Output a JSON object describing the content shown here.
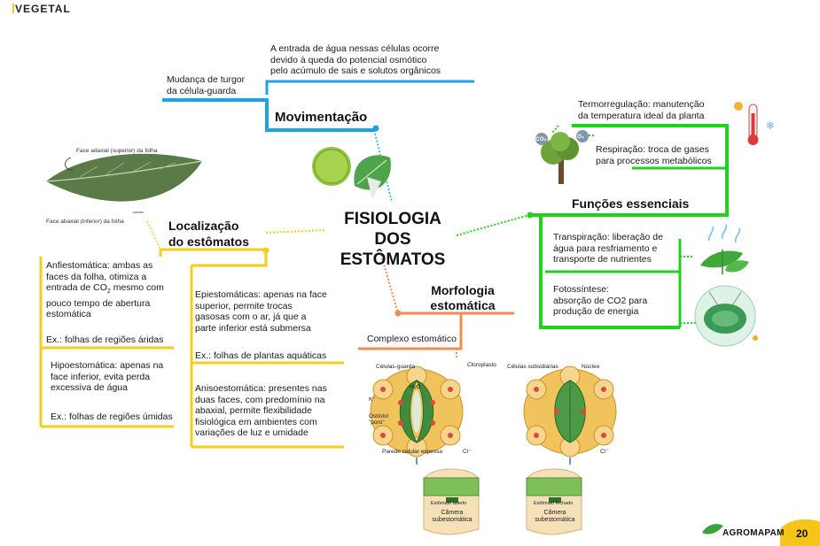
{
  "header": {
    "section": "VEGETAL"
  },
  "center": {
    "line1": "FISIOLOGIA DOS",
    "line2": "ESTÔMATOS"
  },
  "colors": {
    "blue": "#1aa3e8",
    "green": "#22d11c",
    "orange": "#f28c52",
    "yellow": "#f2cf1d"
  },
  "movimentacao": {
    "title": "Movimentação",
    "turgor_l1": "Mudança de turgor",
    "turgor_l2": "da célula-guarda",
    "agua_l1": "A entrada de água nessas células ocorre",
    "agua_l2": "devido à queda do potencial osmótico",
    "agua_l3": "pelo acúmulo de sais e solutos orgânicos"
  },
  "funcoes": {
    "title": "Funções essenciais",
    "termo_l1": "Termorregulação: manutenção",
    "termo_l2": "da temperatura ideal da planta",
    "resp_l1": "Respiração: troca de gases",
    "resp_l2": "para processos metabólicos",
    "transp_l1": "Transpiração: liberação de",
    "transp_l2": "água para resfriamento e",
    "transp_l3": "transporte de nutrientes",
    "foto_l1": "Fotossíntese:",
    "foto_l2": "absorção de CO2 para",
    "foto_l3": "produção de energia",
    "co2_a": "CO₂",
    "co2_b": "O₂"
  },
  "localizacao": {
    "title_l1": "Localização",
    "title_l2": "do estômatos",
    "leaf_top": "Face adaxial (superior) da folha",
    "leaf_bottom": "Face abaxial (inferior) da folha",
    "anfi_l1": "Anfiestomática: ambas as",
    "anfi_l2": "faces da folha, otimiza a",
    "anfi_l3a": "entrada de CO",
    "anfi_l3sub": "2",
    "anfi_l3b": " mesmo com",
    "anfi_l4": "pouco tempo de abertura",
    "anfi_l5": "estomática",
    "anfi_ex": "Ex.: folhas de regiões áridas",
    "hipo_l1": "Hipoestomática: apenas na",
    "hipo_l2": "face inferior, evita perda",
    "hipo_l3": "excessiva de água",
    "hipo_ex": "Ex.: folhas de regiões úmidas",
    "epi_l1": "Epiestomáticas: apenas na face",
    "epi_l2": "superior, permite trocas",
    "epi_l3": "gasosas com o ar, já que a",
    "epi_l4": "parte inferior está submersa",
    "epi_ex": "Ex.: folhas de plantas aquáticas",
    "aniso_l1": "Anisoestomática: presentes nas",
    "aniso_l2": "duas faces, com predomínio na",
    "aniso_l3": "abaxial, permite flexibilidade",
    "aniso_l4": "fisiológica em ambientes com",
    "aniso_l5": "variações de luz e umidade"
  },
  "morfologia": {
    "title_l1": "Morfologia",
    "title_l2": "estomática",
    "complexo": "Complexo estomático",
    "celulas_guarda": "Células-guarda",
    "cloroplasto": "Cloroplasto",
    "celulas_subsidiarias": "Células subsidiárias",
    "nucleo": "Núcleo",
    "k": "K⁺",
    "ostiolo_l1": "Ostíolo/",
    "ostiolo_l2": "\"poro\"",
    "parede": "Parede celular espessa",
    "cl": "Cl⁻",
    "h2o": "H₂O",
    "aberto": "Estômato aberto",
    "fechado": "Estômato fechado",
    "camera_l1": "Câmera",
    "camera_l2": "subestomática"
  },
  "footer": {
    "brand": "AGROMAPAM",
    "page": "20"
  }
}
